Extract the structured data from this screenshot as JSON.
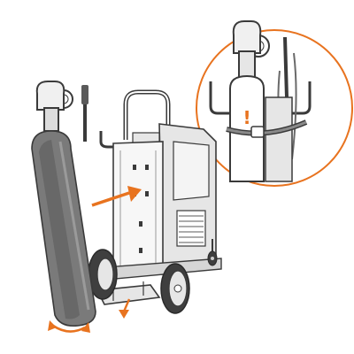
{
  "diagram": {
    "colors": {
      "accent": "#E8731F",
      "line": "#3a3a3a",
      "light": "#9a9a9a",
      "fill": "#e6e6e6",
      "fill_dark": "#c8c8c8",
      "cylinder": "#7a7a7a",
      "cylinder_dark": "#5a5a5a"
    },
    "icons": {
      "arrow": "insert-arrow",
      "rotate": "rotate-arrow",
      "warning": "exclamation-mark",
      "detail": "detail-magnifier-circle"
    },
    "callout_symbol": "!"
  }
}
